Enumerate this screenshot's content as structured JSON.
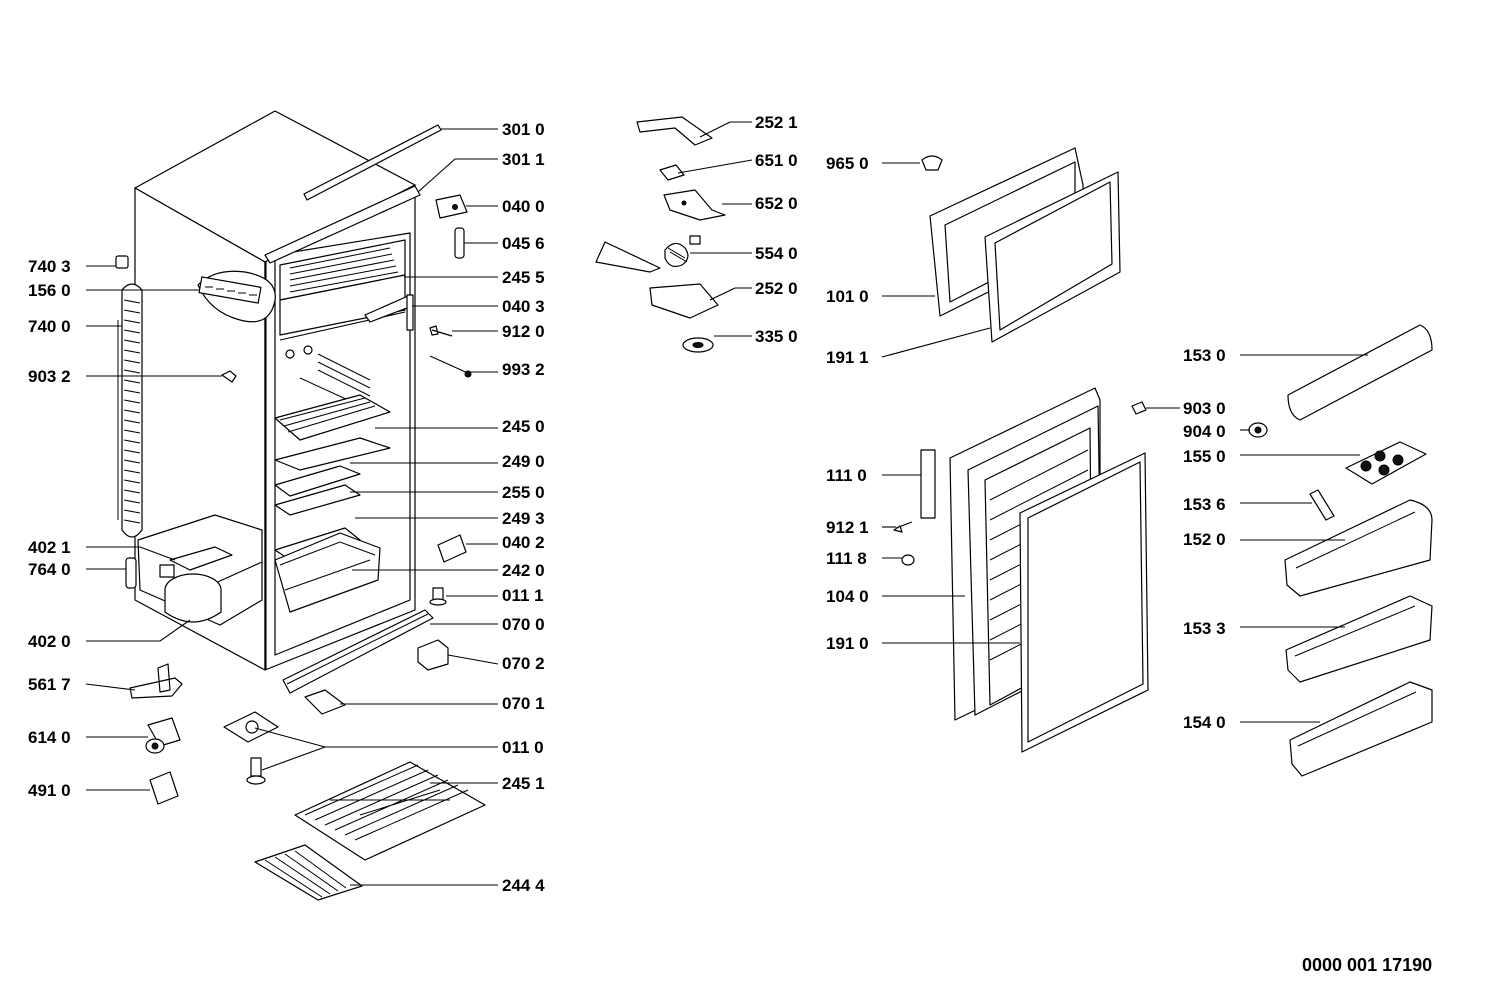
{
  "document_number": "0000 001 17190",
  "parts": [
    {
      "code": "301 0"
    },
    {
      "code": "301 1"
    },
    {
      "code": "040 0"
    },
    {
      "code": "045 6"
    },
    {
      "code": "245 5"
    },
    {
      "code": "040 3"
    },
    {
      "code": "912 0"
    },
    {
      "code": "993 2"
    },
    {
      "code": "245 0"
    },
    {
      "code": "249 0"
    },
    {
      "code": "255 0"
    },
    {
      "code": "249 3"
    },
    {
      "code": "040 2"
    },
    {
      "code": "242 0"
    },
    {
      "code": "011 1"
    },
    {
      "code": "070 0"
    },
    {
      "code": "070 2"
    },
    {
      "code": "070 1"
    },
    {
      "code": "011 0"
    },
    {
      "code": "245 1"
    },
    {
      "code": "244 4"
    },
    {
      "code": "740 3"
    },
    {
      "code": "156 0"
    },
    {
      "code": "740 0"
    },
    {
      "code": "903 2"
    },
    {
      "code": "402 1"
    },
    {
      "code": "764 0"
    },
    {
      "code": "402 0"
    },
    {
      "code": "561 7"
    },
    {
      "code": "614 0"
    },
    {
      "code": "491 0"
    },
    {
      "code": "252 1"
    },
    {
      "code": "651 0"
    },
    {
      "code": "652 0"
    },
    {
      "code": "554 0"
    },
    {
      "code": "252 0"
    },
    {
      "code": "335 0"
    },
    {
      "code": "965 0"
    },
    {
      "code": "101 0"
    },
    {
      "code": "191 1"
    },
    {
      "code": "111 0"
    },
    {
      "code": "912 1"
    },
    {
      "code": "111 8"
    },
    {
      "code": "104 0"
    },
    {
      "code": "191 0"
    },
    {
      "code": "153 0"
    },
    {
      "code": "903 0"
    },
    {
      "code": "904 0"
    },
    {
      "code": "155 0"
    },
    {
      "code": "153 6"
    },
    {
      "code": "152 0"
    },
    {
      "code": "153 3"
    },
    {
      "code": "154 0"
    }
  ]
}
